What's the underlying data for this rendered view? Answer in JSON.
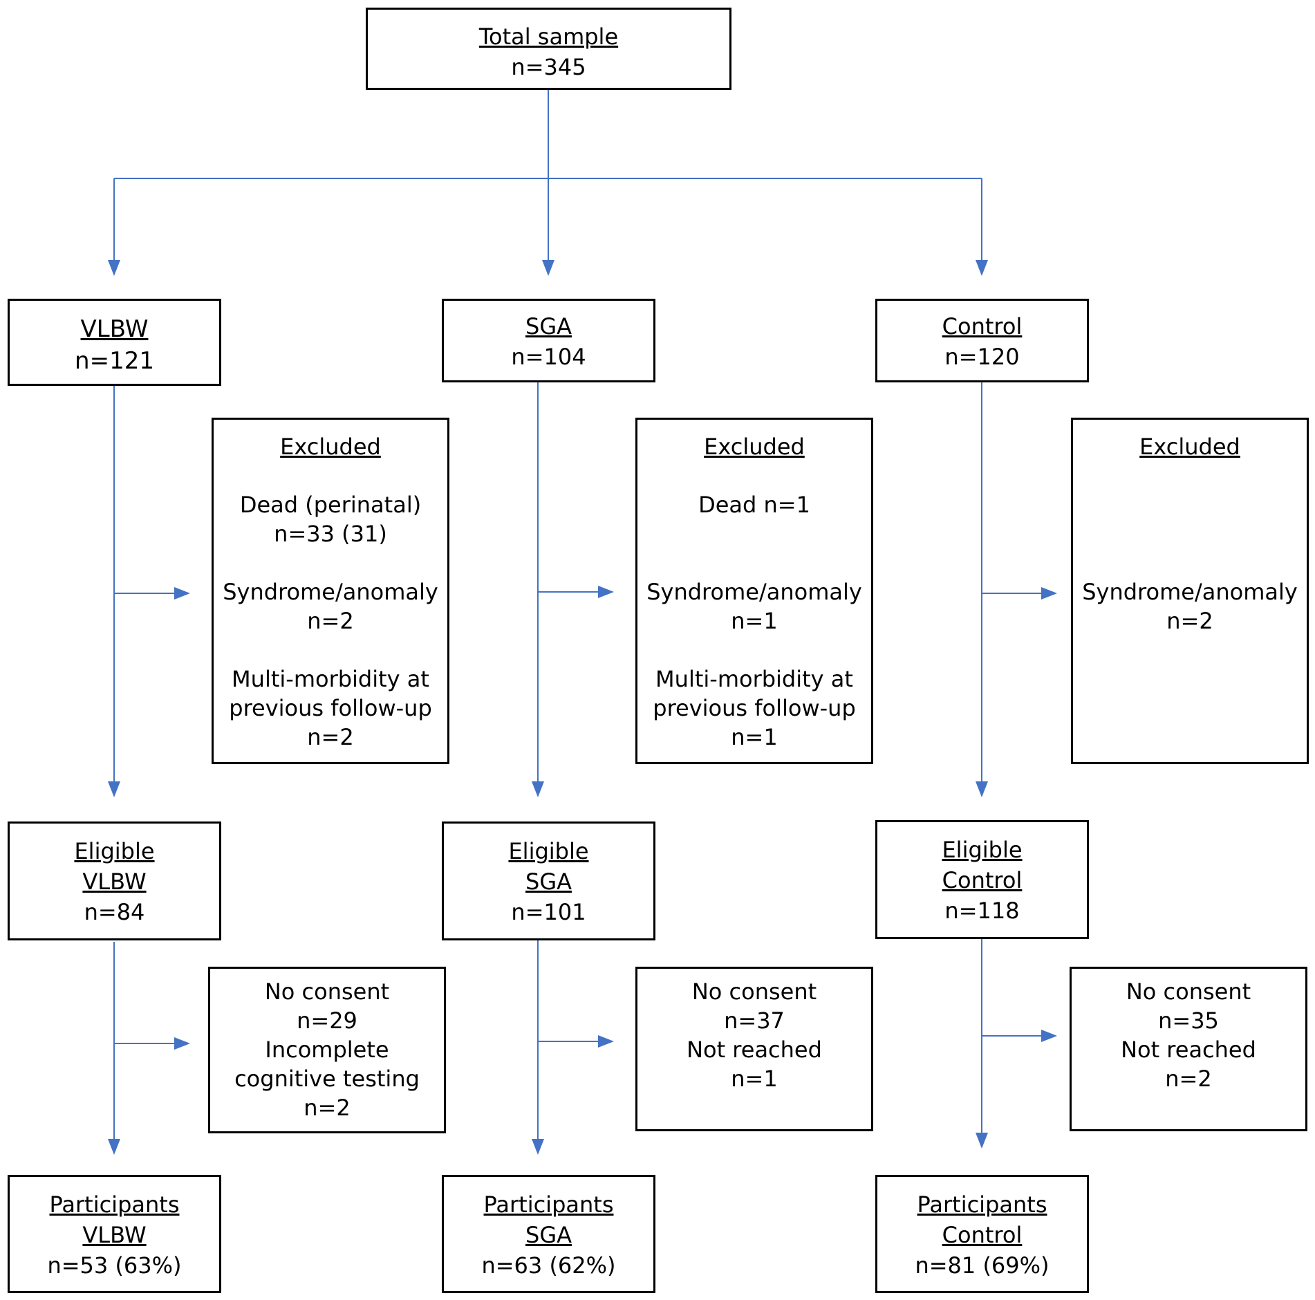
{
  "total": {
    "title": "Total sample",
    "n": "n=345"
  },
  "groups": {
    "vlbw": {
      "title": "VLBW",
      "n": "n=121",
      "excluded": {
        "title": "Excluded",
        "dead_label": "Dead (perinatal)",
        "dead_n": "n=33 (31)",
        "syndrome_label": "Syndrome/anomaly",
        "syndrome_n": "n=2",
        "multi_label_1": "Multi-morbidity at",
        "multi_label_2": "previous follow-up",
        "multi_n": "n=2"
      },
      "eligible": {
        "title_1": "Eligible",
        "title_2": "VLBW",
        "n": "n=84"
      },
      "lost": {
        "l1": "No consent",
        "l2": "n=29",
        "l3": "Incomplete",
        "l4": "cognitive testing",
        "l5": "n=2"
      },
      "participants": {
        "title_1": "Participants",
        "title_2": "VLBW",
        "n": "n=53 (63%)"
      }
    },
    "sga": {
      "title": "SGA",
      "n": "n=104",
      "excluded": {
        "title": "Excluded",
        "dead": "Dead n=1",
        "syndrome_label": "Syndrome/anomaly",
        "syndrome_n": "n=1",
        "multi_label_1": "Multi-morbidity at",
        "multi_label_2": "previous follow-up",
        "multi_n": "n=1"
      },
      "eligible": {
        "title_1": "Eligible",
        "title_2": "SGA",
        "n": "n=101"
      },
      "lost": {
        "l1": "No consent",
        "l2": "n=37",
        "l3": "Not reached",
        "l4": "n=1"
      },
      "participants": {
        "title_1": "Participants",
        "title_2": "SGA",
        "n": "n=63 (62%)"
      }
    },
    "control": {
      "title": "Control",
      "n": "n=120",
      "excluded": {
        "title": "Excluded",
        "syndrome_label": "Syndrome/anomaly",
        "syndrome_n": "n=2"
      },
      "eligible": {
        "title_1": "Eligible",
        "title_2": "Control",
        "n": "n=118"
      },
      "lost": {
        "l1": "No consent",
        "l2": "n=35",
        "l3": "Not reached",
        "l4": "n=2"
      },
      "participants": {
        "title_1": "Participants",
        "title_2": "Control",
        "n": "n=81 (69%)"
      }
    }
  },
  "colors": {
    "arrow": "#4472c4",
    "box_border": "#000000"
  }
}
